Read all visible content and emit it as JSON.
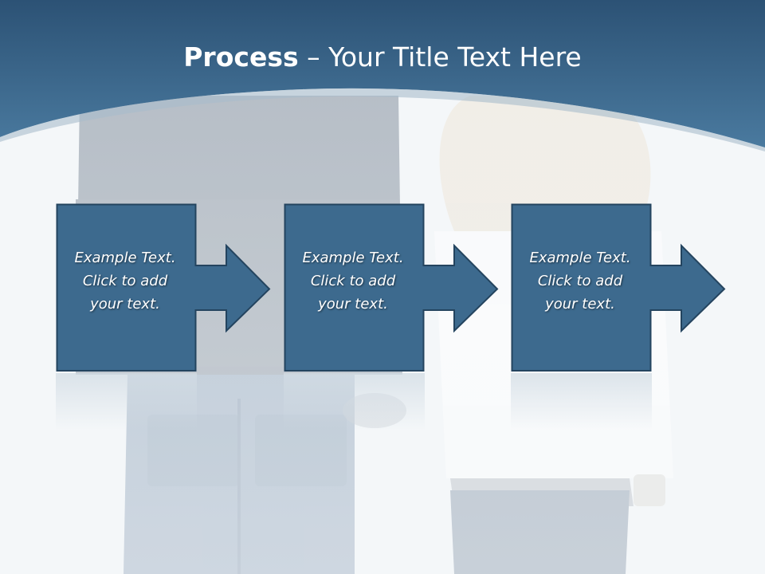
{
  "slide": {
    "title_bold": "Process",
    "title_rest": " – Your Title Text Here"
  },
  "steps": [
    {
      "line1": "Example Text.",
      "line2": "Click  to add",
      "line3": "your text."
    },
    {
      "line1": "Example Text.",
      "line2": "Click  to add",
      "line3": "your text."
    },
    {
      "line1": "Example Text.",
      "line2": "Click  to add",
      "line3": "your text."
    }
  ],
  "colors": {
    "header_dark": "#2c5275",
    "header_light": "#4a7a9f",
    "step_fill": "#3d6a8e",
    "step_border": "#24445f",
    "background": "#f4f7f9",
    "text": "#ffffff"
  },
  "background_image": "faded photo of adult and child walking hand in hand, seen from behind"
}
